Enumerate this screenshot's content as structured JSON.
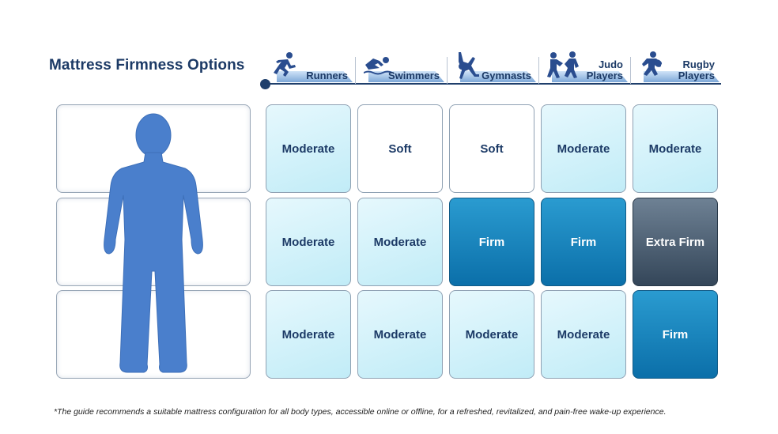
{
  "title": "Mattress Firmness Options",
  "columns": [
    {
      "label": "Runners",
      "icon": "runner-icon"
    },
    {
      "label": "Swimmers",
      "icon": "swimmer-icon"
    },
    {
      "label": "Gymnasts",
      "icon": "gymnast-icon"
    },
    {
      "label": "Judo Players",
      "icon": "judo-icon"
    },
    {
      "label": "Rugby Players",
      "icon": "rugby-icon"
    }
  ],
  "rows": [
    {
      "zone": "upper",
      "cells": [
        {
          "value": "Moderate",
          "level": "moderate"
        },
        {
          "value": "Soft",
          "level": "soft"
        },
        {
          "value": "Soft",
          "level": "soft"
        },
        {
          "value": "Moderate",
          "level": "moderate"
        },
        {
          "value": "Moderate",
          "level": "moderate"
        }
      ]
    },
    {
      "zone": "middle",
      "cells": [
        {
          "value": "Moderate",
          "level": "moderate"
        },
        {
          "value": "Moderate",
          "level": "moderate"
        },
        {
          "value": "Firm",
          "level": "firm"
        },
        {
          "value": "Firm",
          "level": "firm"
        },
        {
          "value": "Extra Firm",
          "level": "extra_firm"
        }
      ]
    },
    {
      "zone": "lower",
      "cells": [
        {
          "value": "Moderate",
          "level": "moderate"
        },
        {
          "value": "Moderate",
          "level": "moderate"
        },
        {
          "value": "Moderate",
          "level": "moderate"
        },
        {
          "value": "Moderate",
          "level": "moderate"
        },
        {
          "value": "Firm",
          "level": "firm"
        }
      ]
    }
  ],
  "footnote": "*The guide recommends a suitable mattress configuration for all body types, accessible online or offline, for a refreshed, revitalized, and pain-free wake-up experience.",
  "colors": {
    "title": "#1c3a66",
    "soft": "#ffffff",
    "moderate": "#c8eef8",
    "firm": "#1683bd",
    "extra_firm": "#4a5d70",
    "figure": "#4a7fcc"
  }
}
